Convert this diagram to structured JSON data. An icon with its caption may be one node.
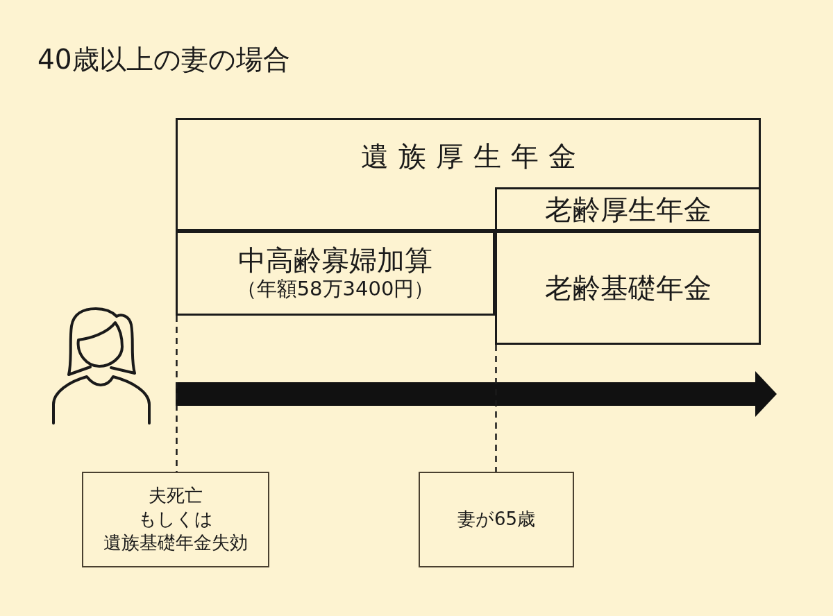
{
  "diagram": {
    "title": "40歳以上の妻の場合",
    "nodes": [
      {
        "text": [
          "遺族厚生年金"
        ]
      },
      {
        "text": [
          "老齢厚生年金"
        ],
        "in": 0
      },
      {
        "text": [
          "中高齢寡婦加算",
          "（年額58万3400円）"
        ]
      },
      {
        "text": [
          "老齢基礎年金"
        ]
      },
      {
        "text": [
          "夫死亡もしくは遺族基礎年金失効"
        ]
      },
      {
        "text": [
          "妻が65歳"
        ]
      }
    ],
    "edges": [
      {
        "from": 2,
        "to": 4,
        "arrow": "none",
        "style": "dashed"
      },
      {
        "from": 3,
        "to": 5,
        "arrow": "none",
        "style": "dashed"
      }
    ]
  }
}
